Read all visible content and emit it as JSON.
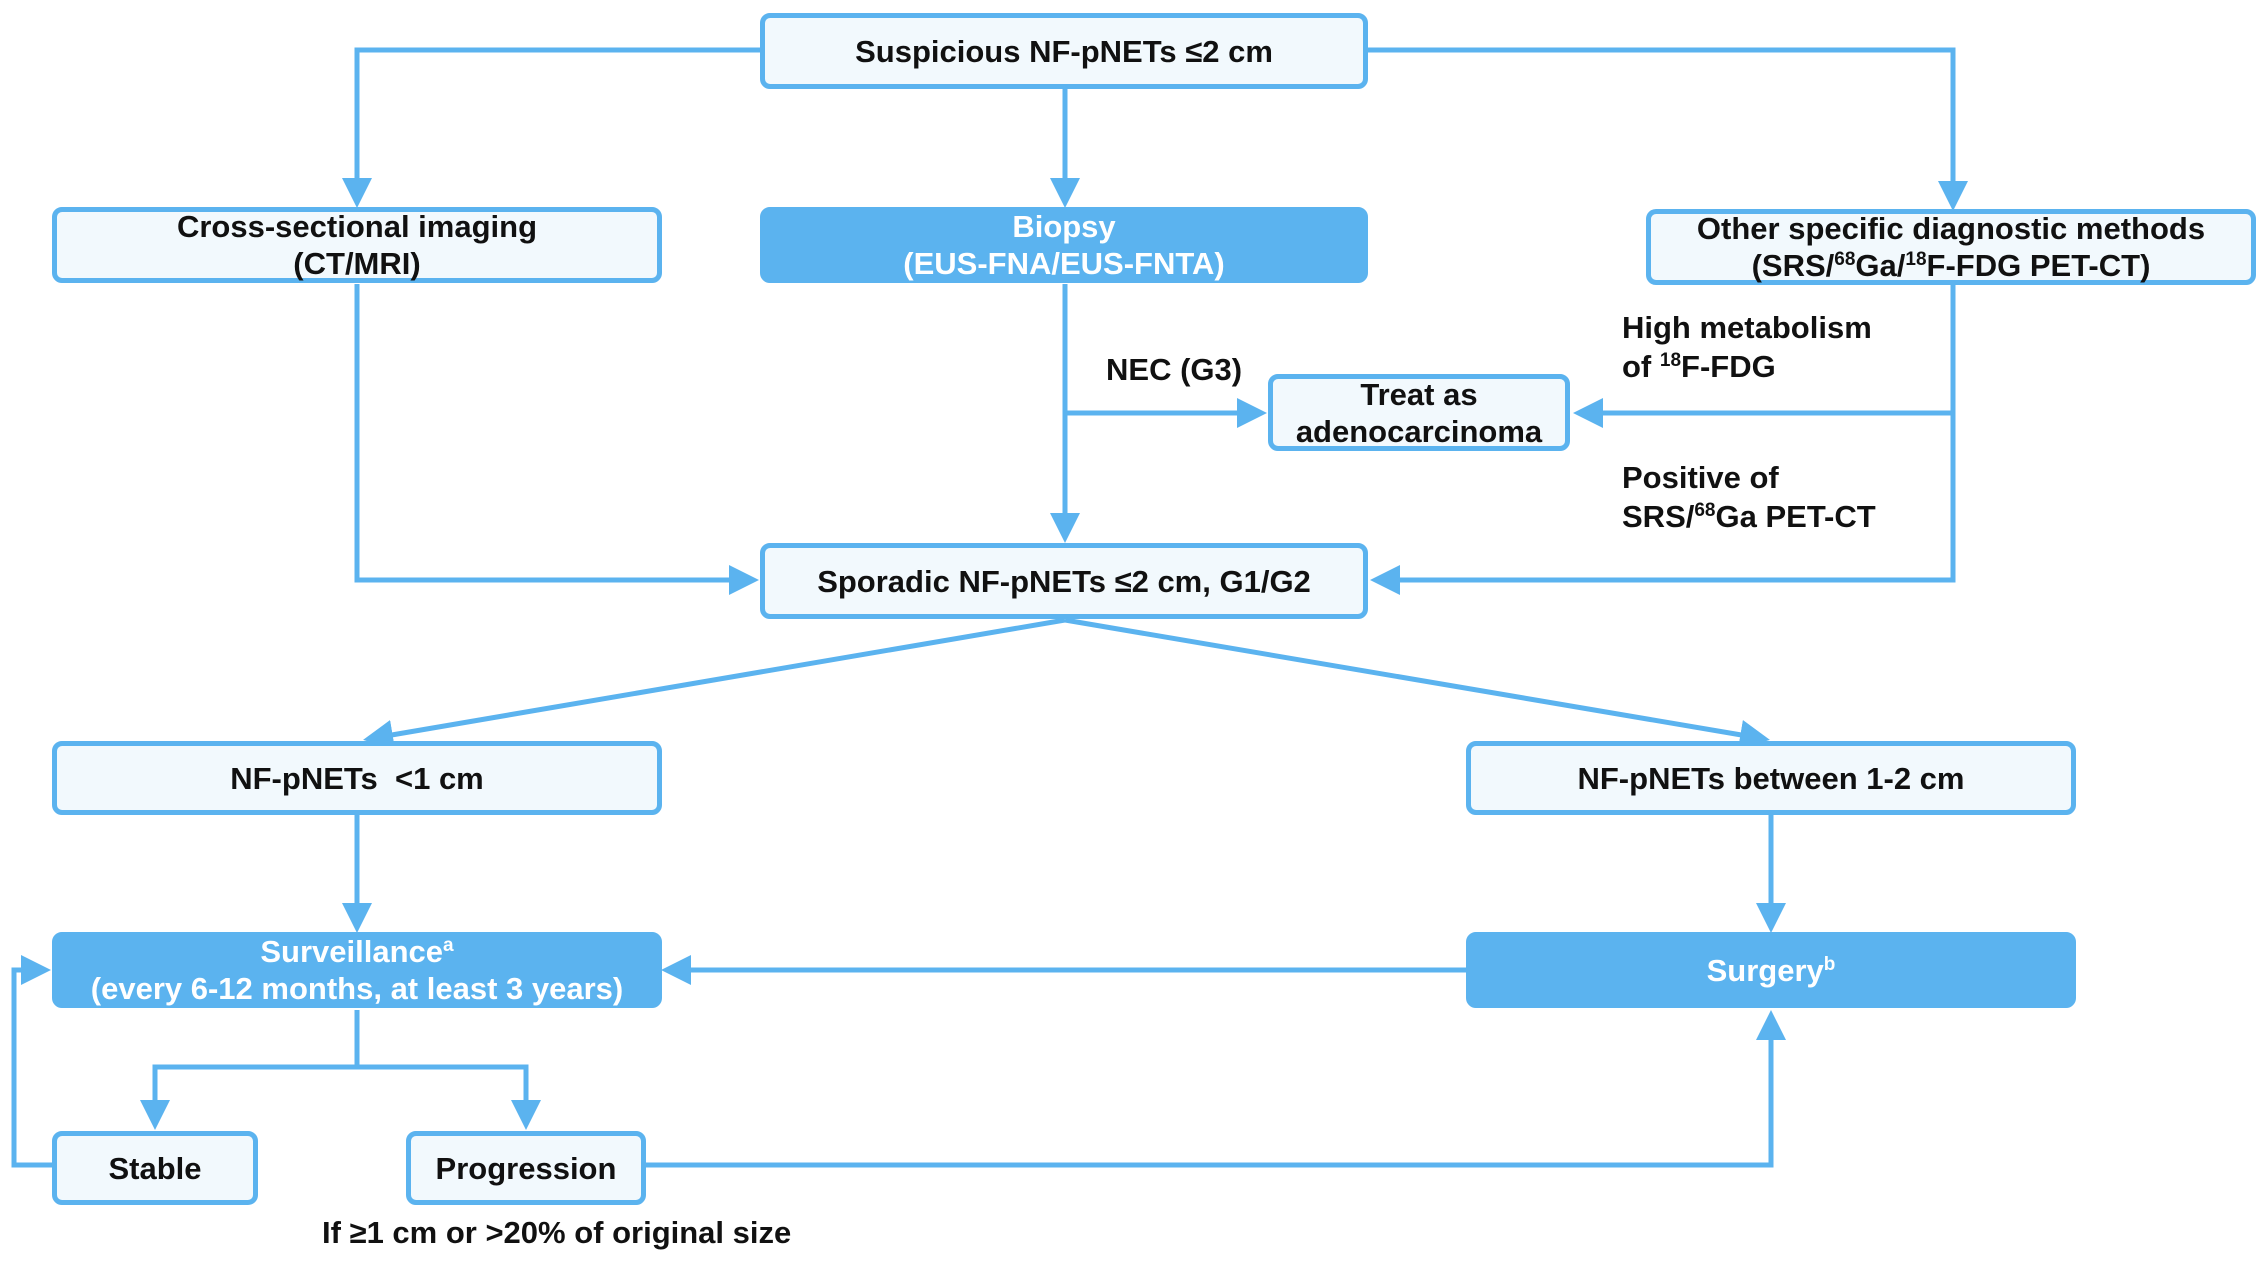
{
  "colors": {
    "accent": "#5bb3ef",
    "box_fill": "#f2f9fd",
    "filled_text": "#ffffff",
    "text": "#111111"
  },
  "nodes": {
    "suspicious": "Suspicious NF-pNETs ≤2 cm",
    "imaging": {
      "line1": "Cross-sectional imaging",
      "line2": "(CT/MRI)"
    },
    "biopsy": {
      "line1": "Biopsy",
      "line2": "(EUS-FNA/EUS-FNTA)"
    },
    "other_methods": {
      "line1": "Other specific diagnostic methods",
      "line2_a": "(SRS/",
      "sup1": "68",
      "line2_b": "Ga/",
      "sup2": "18",
      "line2_c": "F-FDG PET-CT)"
    },
    "adenocarcinoma": {
      "line1": "Treat as",
      "line2": "adenocarcinoma"
    },
    "sporadic": "Sporadic NF-pNETs ≤2 cm, G1/G2",
    "small": "NF-pNETs  <1 cm",
    "medium": "NF-pNETs between 1-2 cm",
    "surveillance": {
      "title": "Surveillance",
      "sup": "a",
      "line2": "(every 6-12 months, at least 3 years)"
    },
    "surgery": {
      "title": "Surgery",
      "sup": "b"
    },
    "stable": "Stable",
    "progression": "Progression"
  },
  "labels": {
    "nec": "NEC (G3)",
    "high_metabolism": {
      "line1": "High metabolism",
      "line2_a": "of ",
      "sup": "18",
      "line2_b": "F-FDG"
    },
    "positive": {
      "line1": "Positive of",
      "line2_a": "SRS/",
      "sup": "68",
      "line2_b": "Ga PET-CT"
    },
    "progression_criteria": "If ≥1 cm or >20% of original size"
  }
}
